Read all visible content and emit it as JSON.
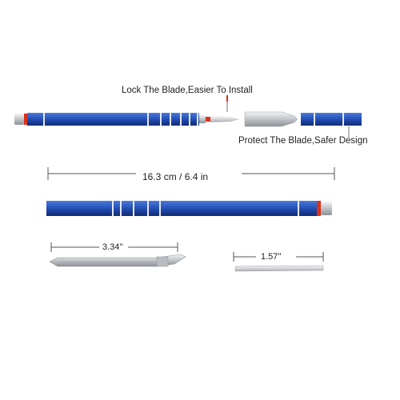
{
  "captions": {
    "lock": "Lock The Blade,Easier To Install",
    "protect": "Protect The Blade,Safer Design"
  },
  "dimensions": {
    "pen_length": "16.3 cm / 6.4 in",
    "tweezer_length": "3.34''",
    "blade_length": "1.57''"
  },
  "colors": {
    "pen_blue": "#1f45a8",
    "accent_red": "#d8321c",
    "steel": "#c9ccd0",
    "line": "#555555"
  }
}
